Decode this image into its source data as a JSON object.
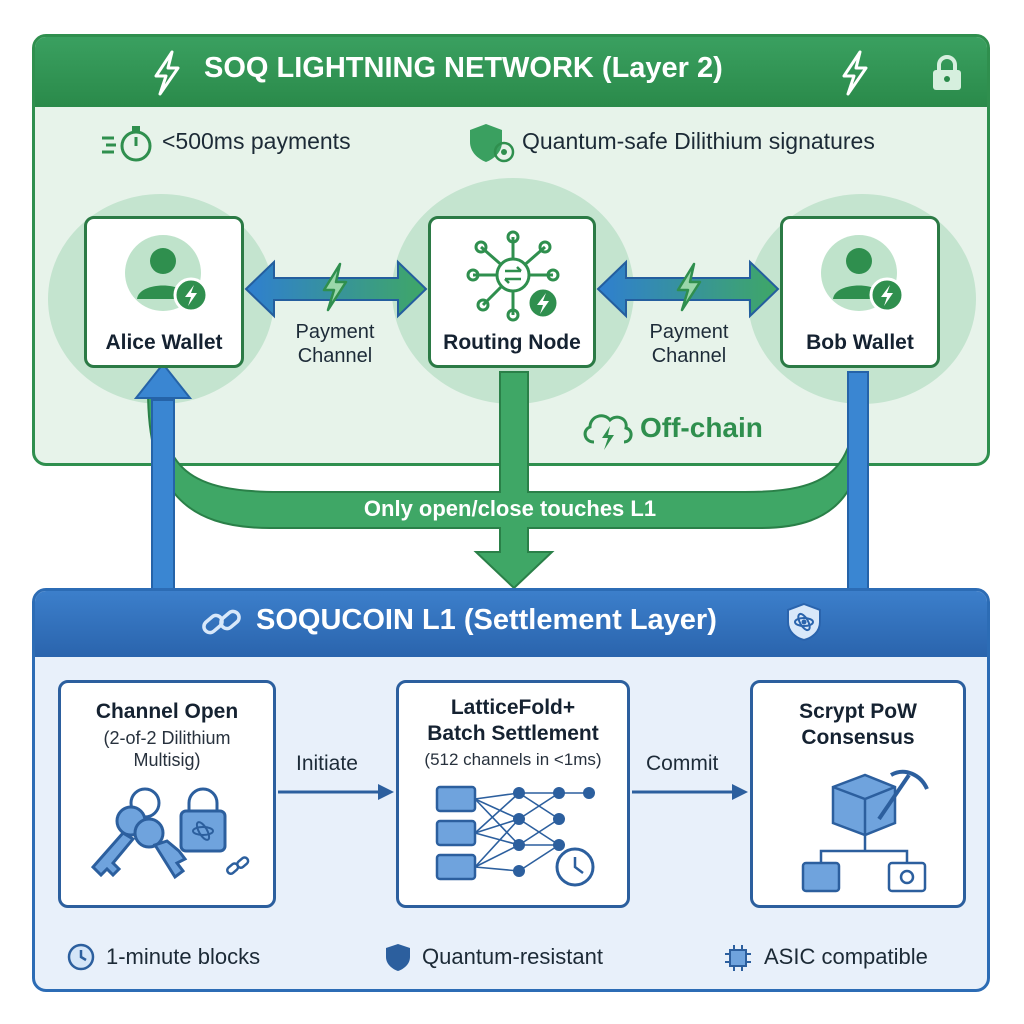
{
  "l2": {
    "title": "SOQ LIGHTNING NETWORK (Layer 2)",
    "features": [
      "<500ms payments",
      "Quantum-safe Dilithium signatures"
    ],
    "nodes": [
      "Alice Wallet",
      "Routing Node",
      "Bob Wallet"
    ],
    "channel_label": [
      "Payment",
      "Channel"
    ],
    "offchain": "Off-chain",
    "bridge_label": "Only open/close touches L1"
  },
  "l1": {
    "title": "SOQUCOIN L1 (Settlement Layer)",
    "cards": [
      {
        "title": "Channel Open",
        "sub": [
          "(2-of-2 Dilithium",
          "Multisig)"
        ]
      },
      {
        "title": [
          "LatticeFold+",
          "Batch Settlement"
        ],
        "sub": [
          "(512 channels in <1ms)"
        ]
      },
      {
        "title": [
          "Scrypt PoW",
          "Consensus"
        ]
      }
    ],
    "flow_labels": [
      "Initiate",
      "Commit"
    ],
    "bottom_features": [
      "1-minute blocks",
      "Quantum-resistant",
      "ASIC compatible"
    ]
  },
  "colors": {
    "green": "#2f8f4e",
    "blue": "#2c6cb5",
    "light_green": "#e7f3ea",
    "light_blue": "#e8f0fa"
  },
  "icons": [
    "lightning-icon",
    "lock-icon",
    "stopwatch-icon",
    "shield-icon",
    "user-icon",
    "network-icon",
    "cloud-bolt-icon",
    "chain-link-icon",
    "keys-icon",
    "padlock-icon",
    "neural-batch-icon",
    "clock-icon",
    "cube-pickaxe-icon",
    "chip-icon"
  ]
}
